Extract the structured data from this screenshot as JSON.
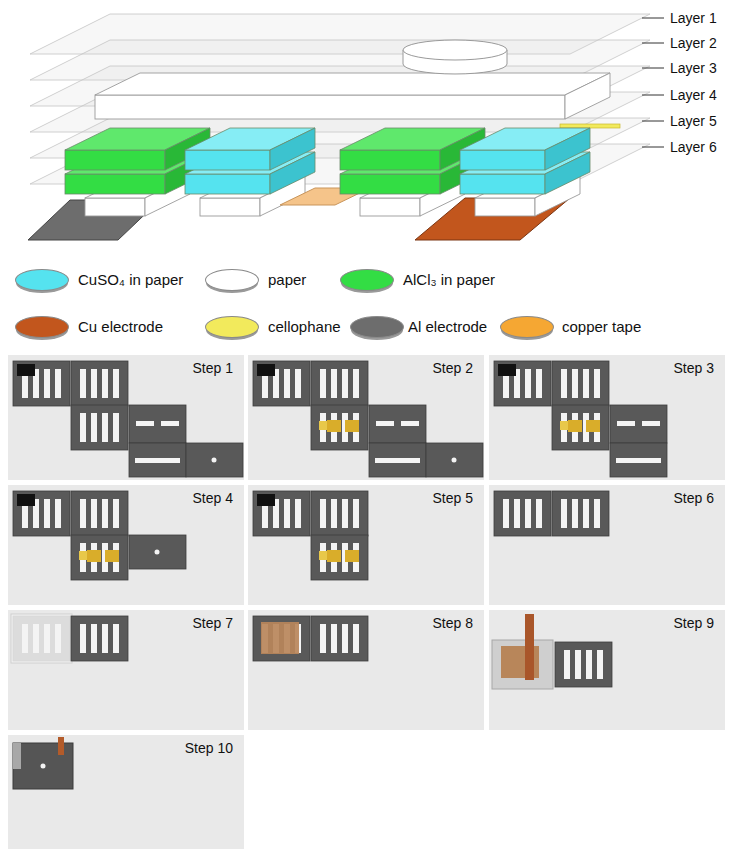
{
  "diagram": {
    "nodes": [
      {
        "text": [
          "Step 1"
        ]
      },
      {
        "text": [
          "Step 2"
        ]
      },
      {
        "text": [
          "Step 3"
        ]
      },
      {
        "text": [
          "Step 4"
        ]
      },
      {
        "text": [
          "Step 5"
        ]
      },
      {
        "text": [
          "Step 6"
        ]
      },
      {
        "text": [
          "Step 7"
        ]
      },
      {
        "text": [
          "Step 8"
        ]
      },
      {
        "text": [
          "Step 9"
        ]
      },
      {
        "text": [
          "Step 10"
        ]
      }
    ],
    "labels": [
      "Layer 1",
      "Layer 2",
      "Layer 3",
      "Layer 4",
      "Layer 5",
      "Layer 6"
    ],
    "legend": [
      {
        "text": "CuSO₄ in paper",
        "color": "#55e3ef"
      },
      {
        "text": "paper",
        "color": "#ffffff"
      },
      {
        "text": "AlCl₃ in paper",
        "color": "#33dd44"
      },
      {
        "text": "Cu electrode",
        "color": "#c2561d"
      },
      {
        "text": "cellophane",
        "color": "#f2ea5c"
      },
      {
        "text": "Al electrode",
        "color": "#6d6d6d"
      },
      {
        "text": "copper tape",
        "color": "#f5a733"
      }
    ]
  }
}
